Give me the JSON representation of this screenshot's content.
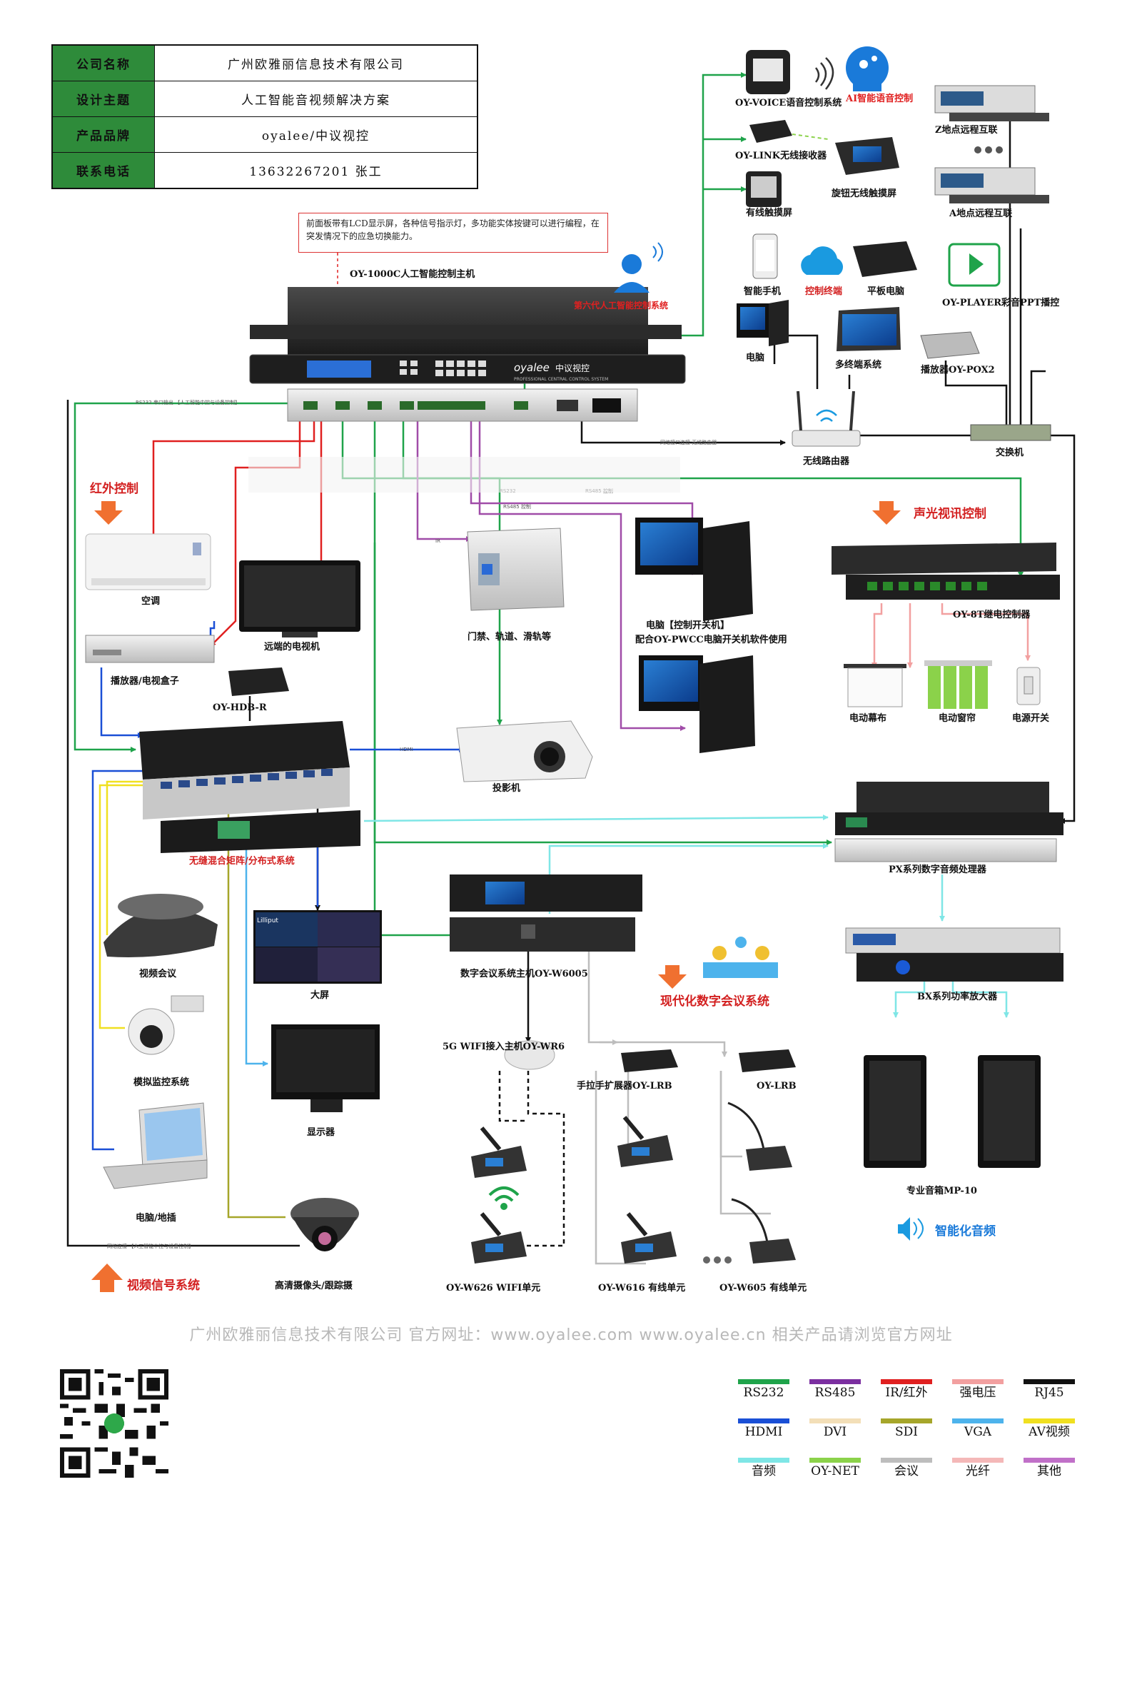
{
  "info": [
    {
      "key": "公司名称",
      "value": "广州欧雅丽信息技术有限公司"
    },
    {
      "key": "设计主题",
      "value": "人工智能音视频解决方案"
    },
    {
      "key": "产品品牌",
      "value": "oyalee/中议视控"
    },
    {
      "key": "联系电话",
      "value": "13632267201  张工"
    }
  ],
  "note": "前面板带有LCD显示屏，各种信号指示灯，多功能实体按键可以进行编程，在突发情况下的应急切换能力。",
  "host": {
    "title": "OY-1000C人工智能控制主机",
    "ai_system": "第六代人工智能控制系统",
    "brand": "oyalee",
    "brand_cn": "中议视控",
    "brand_sub": "PROFESSIONAL CENTRAL CONTROL SYSTEM"
  },
  "sections": {
    "ir": "红外控制",
    "acoustic": "声光视讯控制",
    "video_signal": "视频信号系统",
    "meeting": "现代化数字会议系统",
    "audio": "智能化音频"
  },
  "devices": {
    "voice": "OY-VOICE语音控制系统",
    "ai_voice": "AI智能语音控制",
    "link": "OY-LINK无线接收器",
    "knob": "旋钮无线触摸屏",
    "wired_touch": "有线触摸屏",
    "phone": "智能手机",
    "control_terminal": "控制终端",
    "tablet": "平板电脑",
    "player": "OY-PLAYER彩音PPT播控",
    "pc": "电脑",
    "multi_terminal": "多终端系统",
    "player_pox": "播放器OY-POX2",
    "z_remote": "Z地点远程互联",
    "a_remote": "A地点远程互联",
    "router": "无线路由器",
    "switch": "交换机",
    "ac": "空调",
    "tv": "远端的电视机",
    "dvd": "播放器/电视盒子",
    "hdb": "OY-HDB-R",
    "gate": "门禁、轨道、滑轨等",
    "pc_switch": "电脑【控制开关机】",
    "pwcc": "配合OY-PWCC电脑开关机软件使用",
    "relay": "OY-8T继电控制器",
    "screen_motor": "电动幕布",
    "curtain": "电动窗帘",
    "power_switch": "电源开关",
    "projector": "投影机",
    "matrix": "无缝混合矩阵/分布式系统",
    "video_conf": "视频会议",
    "big_screen": "大屏",
    "cctv": "模拟监控系统",
    "monitor": "显示器",
    "laptop": "电脑/地插",
    "hd_camera": "高清摄像头/跟踪摄",
    "dsp": "PX系列数字音频处理器",
    "amp": "BX系列功率放大器",
    "speaker": "专业音箱MP-10",
    "conf_host": "数字会议系统主机OY-W6005",
    "wifi": "5G WIFI接入主机OY-WR6",
    "hand_lrb": "手拉手扩展器OY-LRB",
    "lrb": "OY-LRB",
    "w626": "OY-W626 WIFI单元",
    "w616": "OY-W616 有线单元",
    "w605": "OY-W605 有线单元",
    "big_screen_brand": "Lilliput"
  },
  "footer": "广州欧雅丽信息技术有限公司  官方网址：www.oyalee.com     www.oyalee.cn  相关产品请浏览官方网址",
  "legend": [
    {
      "label": "RS232",
      "color": "#1fa34a"
    },
    {
      "label": "RS485",
      "color": "#7b2fa0"
    },
    {
      "label": "IR/红外",
      "color": "#e02020"
    },
    {
      "label": "强电压",
      "color": "#f2a0a0"
    },
    {
      "label": "RJ45",
      "color": "#111111"
    },
    {
      "label": "HDMI",
      "color": "#1a4fd6"
    },
    {
      "label": "DVI",
      "color": "#f3dfb8"
    },
    {
      "label": "SDI",
      "color": "#a6a62a"
    },
    {
      "label": "VGA",
      "color": "#4db3ec"
    },
    {
      "label": "AV视频",
      "color": "#f0e020"
    },
    {
      "label": "音频",
      "color": "#7fe6e6"
    },
    {
      "label": "OY-NET",
      "color": "#8bd24a"
    },
    {
      "label": "会议",
      "color": "#bdbdbd"
    },
    {
      "label": "光纤",
      "color": "#f4b8b8"
    },
    {
      "label": "其他",
      "color": "#c070c8"
    }
  ]
}
